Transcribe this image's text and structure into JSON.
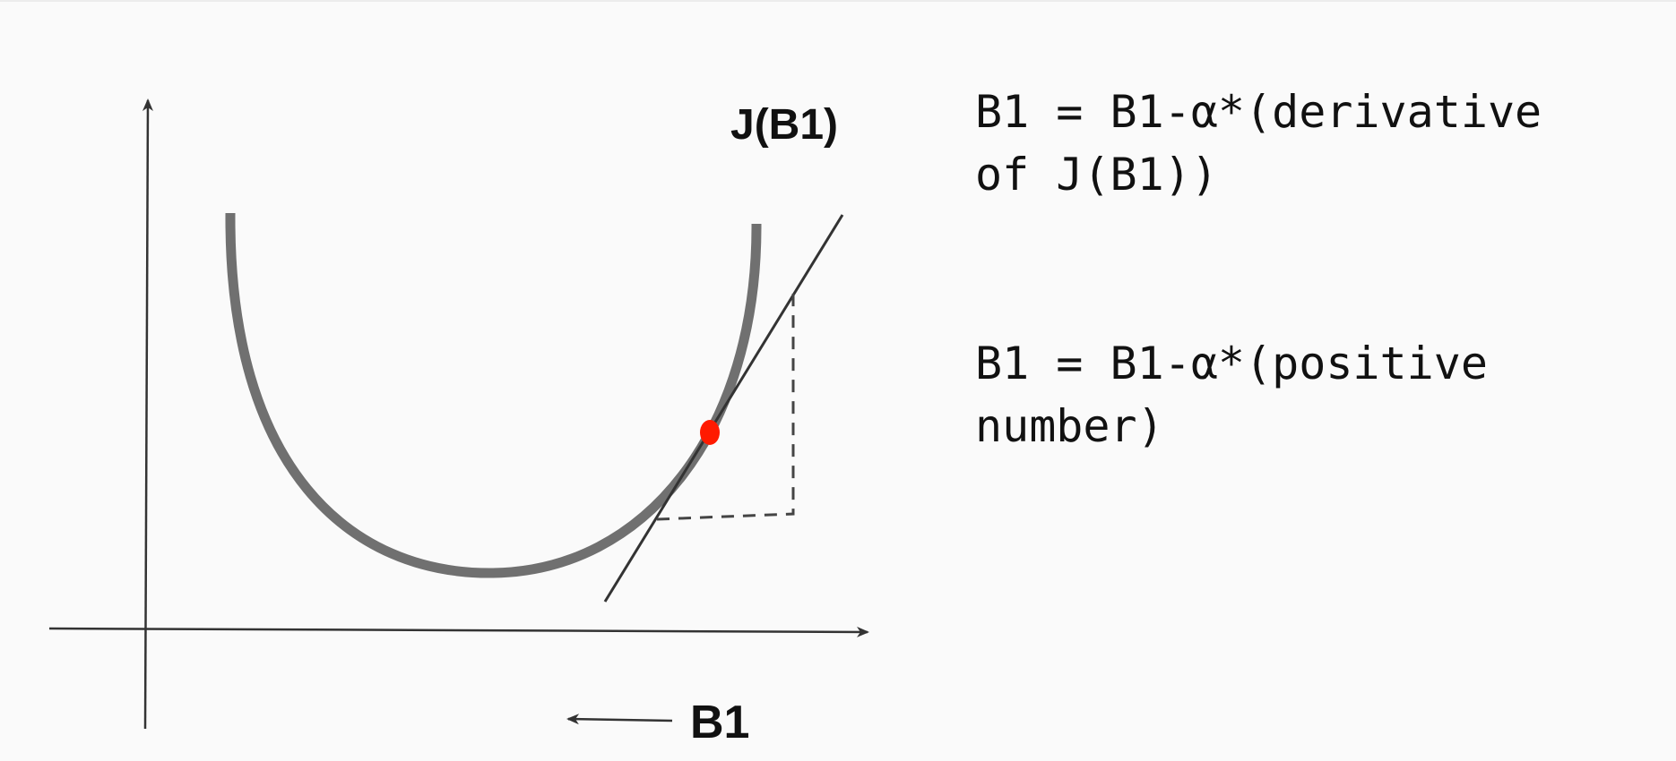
{
  "diagram": {
    "curve_label": "J(B1)",
    "x_axis_label": "B1",
    "colors": {
      "curve": "#707070",
      "axis": "#333333",
      "tangent": "#333333",
      "point": "#ff1a00",
      "dashed": "#444444"
    }
  },
  "equations": {
    "update_rule": "B1 = B1-α*(derivative of J(B1))",
    "update_rule_positive": "B1 = B1-α*(positive number)"
  }
}
